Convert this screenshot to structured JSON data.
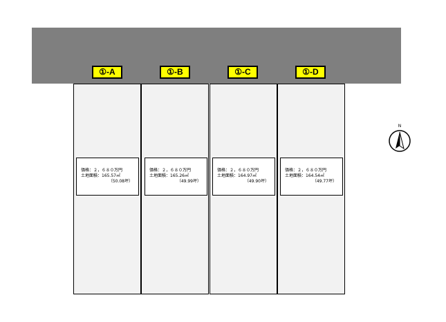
{
  "map": {
    "lots": [
      {
        "label": "①-A",
        "price": "価格：２，６８０万円",
        "area": "土地面積：165.57㎡",
        "tsubo": "（50.08坪）"
      },
      {
        "label": "①-B",
        "price": "価格：２，６８０万円",
        "area": "土地面積：165.26㎡",
        "tsubo": "（49.99坪）"
      },
      {
        "label": "①-C",
        "price": "価格：２，６８０万円",
        "area": "土地面積：164.97㎡",
        "tsubo": "（49.90坪）"
      },
      {
        "label": "①-D",
        "price": "価格：２，６８０万円",
        "area": "土地面積：164.54㎡",
        "tsubo": "（49.77坪）"
      }
    ],
    "compass": {
      "label": "N",
      "icon": "north-arrow-icon"
    },
    "colors": {
      "road": "#7f7f7f",
      "lot_fill": "#f2f2f2",
      "tag_fill": "#ffff00"
    }
  }
}
